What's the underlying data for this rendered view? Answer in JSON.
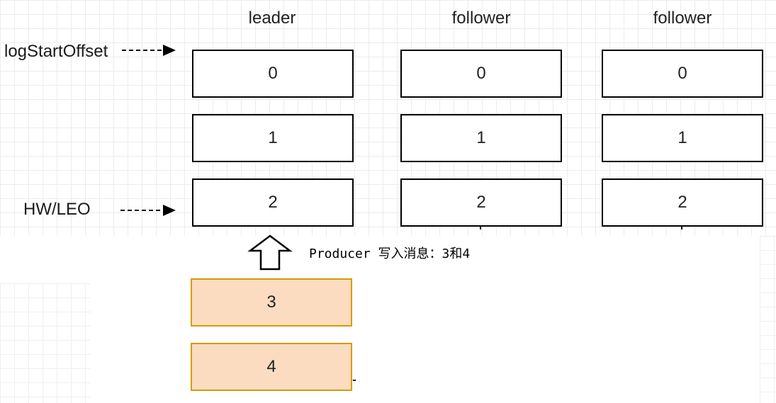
{
  "columns": [
    {
      "label": "leader",
      "cells": [
        "0",
        "1",
        "2"
      ]
    },
    {
      "label": "follower",
      "cells": [
        "0",
        "1",
        "2"
      ]
    },
    {
      "label": "follower",
      "cells": [
        "0",
        "1",
        "2"
      ]
    }
  ],
  "new_messages": [
    "3",
    "4"
  ],
  "markers": {
    "log_start_offset": "logStartOffset",
    "hw_leo": "HW/LEO"
  },
  "producer_note": "Producer 写入消息：3和4",
  "colors": {
    "new_fill": "#fbdcc0",
    "new_border": "#d79b00",
    "cell_border": "#000000"
  }
}
